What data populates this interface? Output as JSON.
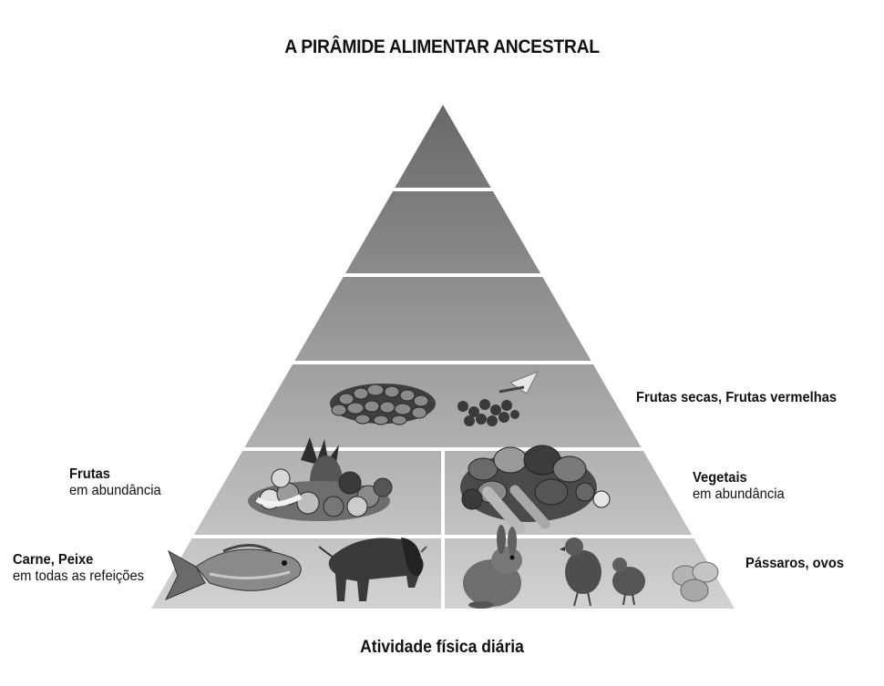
{
  "title": "A PIRÂMIDE ALIMENTAR ANCESTRAL",
  "footer": "Atividade física diária",
  "labels": {
    "frutas_secas": {
      "bold": "Frutas secas, Frutas vermelhas"
    },
    "frutas": {
      "bold": "Frutas",
      "normal": "em abundância"
    },
    "vegetais": {
      "bold": "Vegetais",
      "normal": "em abundância"
    },
    "carne": {
      "bold": "Carne, Peixe",
      "normal": "em todas as refeições"
    },
    "passaros": {
      "bold": "Pássaros, ovos"
    }
  },
  "colors": {
    "tier_top": "#6a6a6a",
    "tier_bottom": "#cfcfcf",
    "separator": "#ffffff"
  },
  "images": [
    "nuts-icon",
    "berries-icon",
    "fruit-pile-icon",
    "vegetable-pile-icon",
    "fish-icon",
    "bison-icon",
    "rabbit-icon",
    "quail-icon",
    "eggs-icon"
  ]
}
